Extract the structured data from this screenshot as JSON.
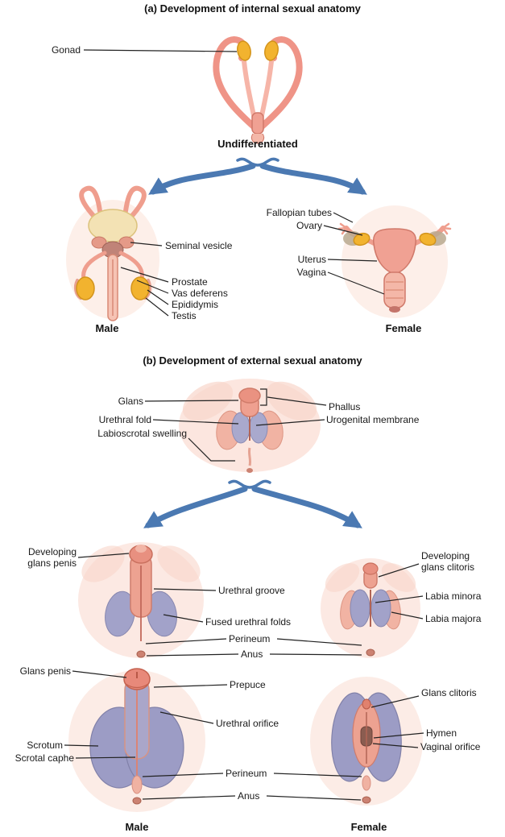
{
  "colors": {
    "skin": "#f0a193",
    "skin_light": "#f6c3b4",
    "glow": "#fbe2d9",
    "gonad_yellow": "#f2b32f",
    "purple": "#9c9cc5",
    "arrow_blue": "#4b79b2",
    "leader_line": "#222222"
  },
  "a": {
    "title": "(a) Development of internal sexual anatomy",
    "gonad": "Gonad",
    "undiff_caption": "Undifferentiated",
    "male": {
      "seminal_vesicle": "Seminal vesicle",
      "prostate": "Prostate",
      "vas_deferens": "Vas deferens",
      "epididymis": "Epididymis",
      "testis": "Testis",
      "caption": "Male"
    },
    "female": {
      "fallopian_tubes": "Fallopian tubes",
      "ovary": "Ovary",
      "uterus": "Uterus",
      "vagina": "Vagina",
      "caption": "Female"
    }
  },
  "b": {
    "title": "(b) Development of external sexual anatomy",
    "undiff": {
      "glans": "Glans",
      "urethral_fold": "Urethral fold",
      "labioscrotal_swelling": "Labioscrotal swelling",
      "phallus": "Phallus",
      "urogenital_membrane": "Urogenital membrane"
    },
    "mid": {
      "developing_glans_penis": "Developing glans penis",
      "urethral_groove": "Urethral groove",
      "fused_urethral_folds": "Fused urethral folds",
      "perineum": "Perineum",
      "anus": "Anus",
      "developing_glans_clitoris": "Developing glans clitoris",
      "labia_minora": "Labia minora",
      "labia_majora": "Labia majora"
    },
    "bottom": {
      "glans_penis": "Glans penis",
      "prepuce": "Prepuce",
      "urethral_orifice": "Urethral orifice",
      "scrotum": "Scrotum",
      "scrotal_raphe": "Scrotal caphe",
      "perineum": "Perineum",
      "anus": "Anus",
      "glans_clitoris": "Glans clitoris",
      "hymen": "Hymen",
      "vaginal_orifice": "Vaginal orifice",
      "male_caption": "Male",
      "female_caption": "Female"
    }
  }
}
